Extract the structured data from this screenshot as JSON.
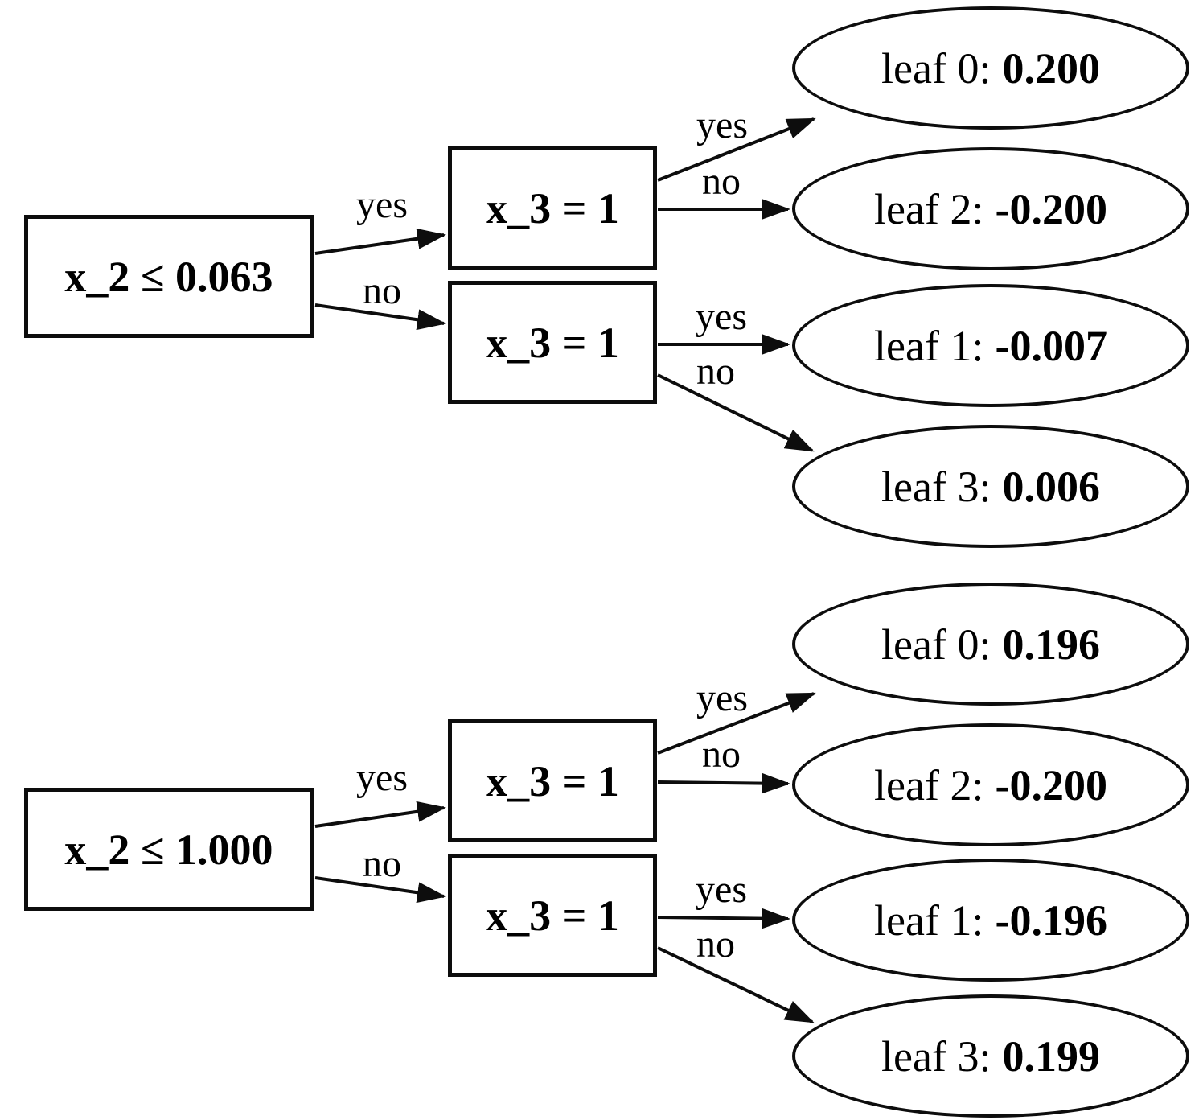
{
  "diagram": {
    "type": "boosted-decision-trees",
    "background_color": "#ffffff",
    "stroke_color": "#000000",
    "trees": [
      {
        "name": "tree-0",
        "root": {
          "label": "x_2 ≤ 0.063"
        },
        "splits": [
          {
            "label": "x_3 = 1"
          },
          {
            "label": "x_3 = 1"
          }
        ],
        "leaves": [
          {
            "label": "leaf 0:",
            "value": "0.200"
          },
          {
            "label": "leaf 2:",
            "value": "-0.200"
          },
          {
            "label": "leaf 1:",
            "value": "-0.007"
          },
          {
            "label": "leaf 3:",
            "value": "0.006"
          }
        ],
        "edges": [
          {
            "from": "root",
            "to": "split-top",
            "label": "yes"
          },
          {
            "from": "root",
            "to": "split-bottom",
            "label": "no"
          },
          {
            "from": "split-top",
            "to": "leaf 0",
            "label": "yes"
          },
          {
            "from": "split-top",
            "to": "leaf 2",
            "label": "no"
          },
          {
            "from": "split-bottom",
            "to": "leaf 1",
            "label": "yes"
          },
          {
            "from": "split-bottom",
            "to": "leaf 3",
            "label": "no"
          }
        ]
      },
      {
        "name": "tree-1",
        "root": {
          "label": "x_2 ≤ 1.000"
        },
        "splits": [
          {
            "label": "x_3 = 1"
          },
          {
            "label": "x_3 = 1"
          }
        ],
        "leaves": [
          {
            "label": "leaf 0:",
            "value": "0.196"
          },
          {
            "label": "leaf 2:",
            "value": "-0.200"
          },
          {
            "label": "leaf 1:",
            "value": "-0.196"
          },
          {
            "label": "leaf 3:",
            "value": "0.199"
          }
        ],
        "edges": [
          {
            "from": "root",
            "to": "split-top",
            "label": "yes"
          },
          {
            "from": "root",
            "to": "split-bottom",
            "label": "no"
          },
          {
            "from": "split-top",
            "to": "leaf 0",
            "label": "yes"
          },
          {
            "from": "split-top",
            "to": "leaf 2",
            "label": "no"
          },
          {
            "from": "split-bottom",
            "to": "leaf 1",
            "label": "yes"
          },
          {
            "from": "split-bottom",
            "to": "leaf 3",
            "label": "no"
          }
        ]
      }
    ]
  }
}
